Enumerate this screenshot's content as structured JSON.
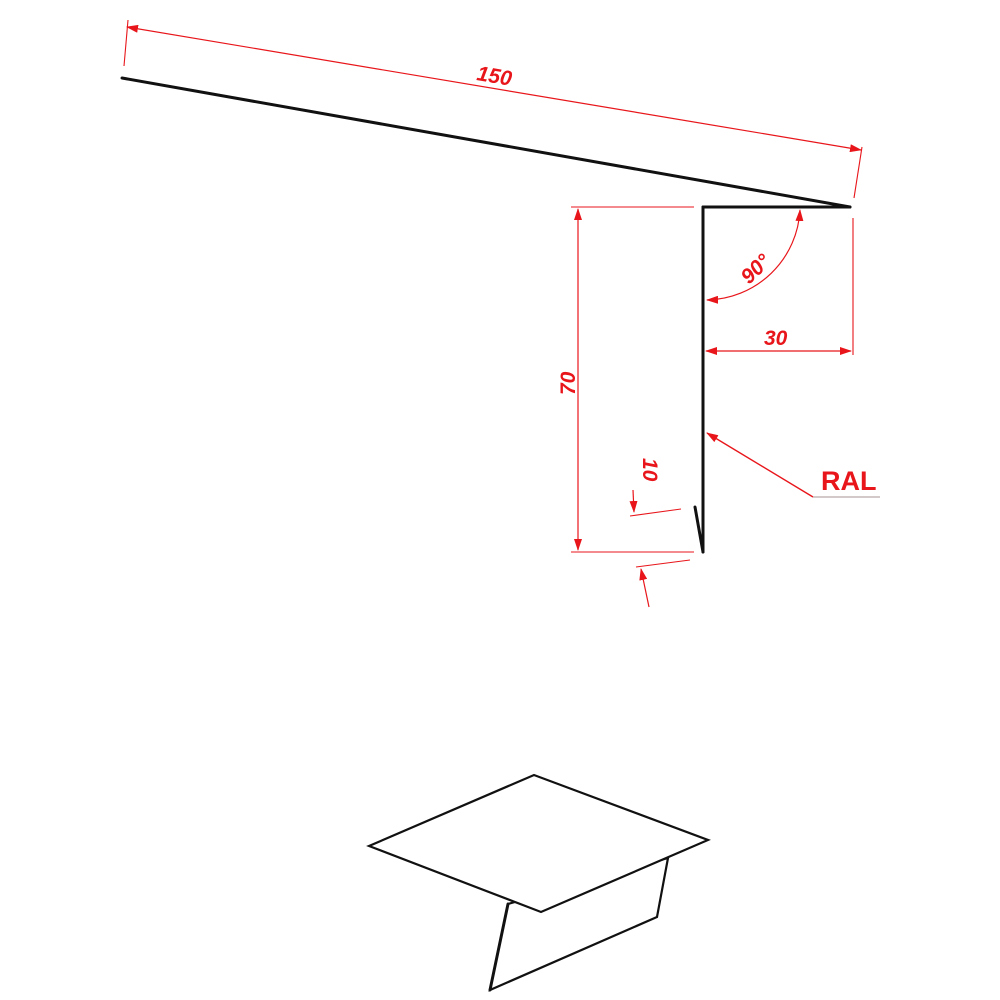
{
  "drawing": {
    "accent_color": "#e8161b",
    "line_color": "#111111",
    "dimensions": {
      "length_top": "150",
      "height": "70",
      "width": "30",
      "hem": "10",
      "angle": "90°"
    },
    "callout": {
      "label": "RAL"
    }
  }
}
